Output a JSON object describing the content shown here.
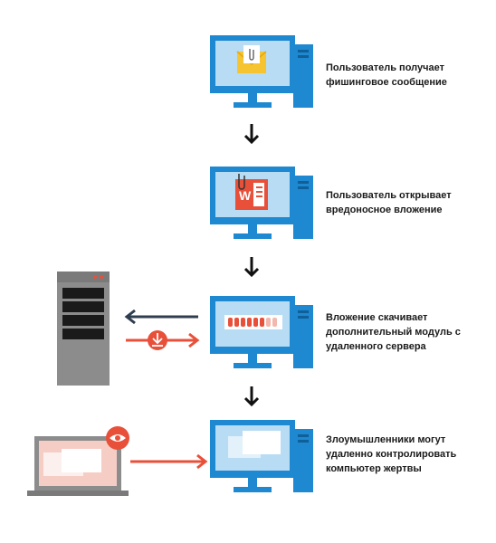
{
  "steps": [
    {
      "caption_line1": "Пользователь получает",
      "caption_line2": "фишинговое сообщение"
    },
    {
      "caption_line1": "Пользователь открывает",
      "caption_line2": "вредоносное вложение"
    },
    {
      "caption_line1": "Вложение скачивает",
      "caption_line2": "дополнительный модуль с",
      "caption_line3": "удаленного сервера"
    },
    {
      "caption_line1": "Злоумышленники могут",
      "caption_line2": "удаленно контролировать",
      "caption_line3": "компьютер жертвы"
    }
  ],
  "icons": {
    "monitor": "desktop-computer-icon",
    "envelope": "envelope-attachment-icon",
    "word_doc": "word-document-icon",
    "progress": "download-progress-icon",
    "server": "server-tower-icon",
    "laptop": "laptop-icon",
    "eye": "eye-icon",
    "download": "download-icon"
  },
  "colors": {
    "monitor_blue": "#1e88d0",
    "screen_light": "#b7dcf3",
    "accent_red": "#e8503a",
    "dark_arrow": "#2f3e4e",
    "server_gray": "#8c8c8c"
  }
}
